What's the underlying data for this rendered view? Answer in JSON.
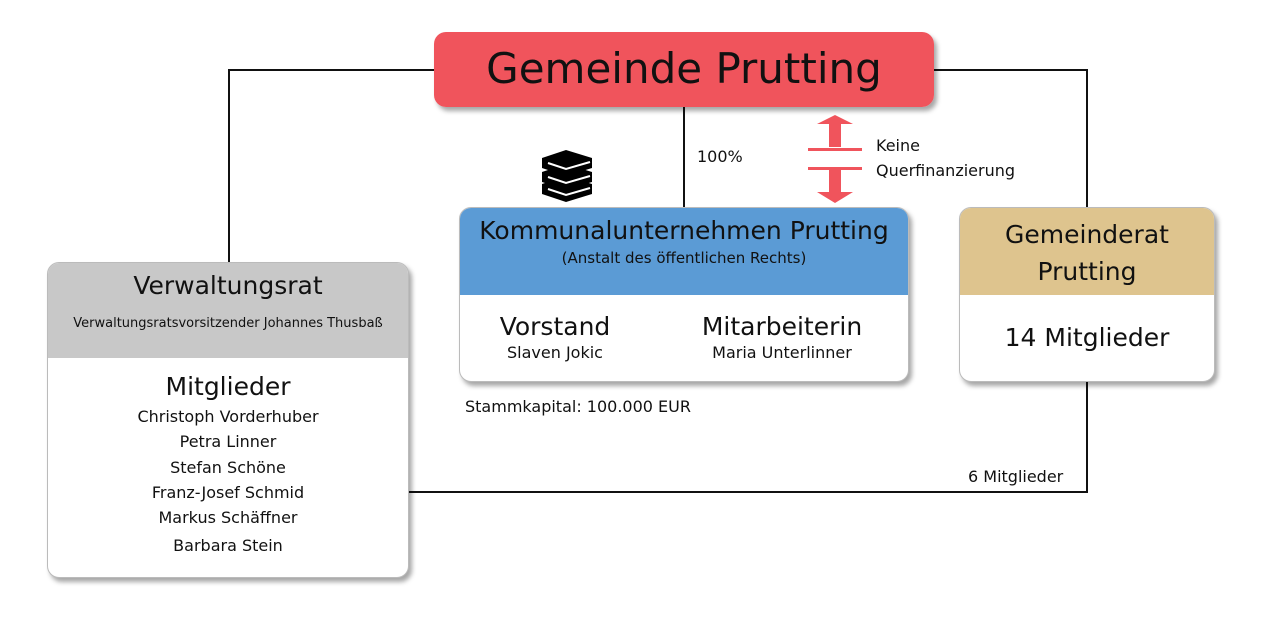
{
  "colors": {
    "gemeinde": "#f0545c",
    "kommunal": "#5b9bd5",
    "verwaltung": "#c8c8c8",
    "gemeinderat": "#dec48e"
  },
  "gemeinde": {
    "title": "Gemeinde Prutting"
  },
  "ownership_label": "100%",
  "arrow_note": {
    "line1": "Keine",
    "line2": "Querfinanzierung"
  },
  "kommunal": {
    "title": "Kommunalunternehmen Prutting",
    "subtitle": "(Anstalt des öffentlichen Rechts)",
    "vorstand_label": "Vorstand",
    "vorstand_name": "Slaven Jokic",
    "mitarbeiter_label": "Mitarbeiterin",
    "mitarbeiter_name": "Maria Unterlinner",
    "stammkapital": "Stammkapital: 100.000 EUR"
  },
  "verwaltungsrat": {
    "title": "Verwaltungsrat",
    "chair": "Verwaltungsratsvorsitzender Johannes Thusbaß",
    "members_label": "Mitglieder",
    "members": [
      "Christoph Vorderhuber",
      "Petra Linner",
      "Stefan Schöne",
      "Franz-Josef Schmid",
      "Markus Schäffner",
      "Barbara Stein"
    ]
  },
  "gemeinderat": {
    "title_line1": "Gemeinderat",
    "title_line2": "Prutting",
    "members": "14 Mitglieder"
  },
  "link_label": "6 Mitglieder"
}
